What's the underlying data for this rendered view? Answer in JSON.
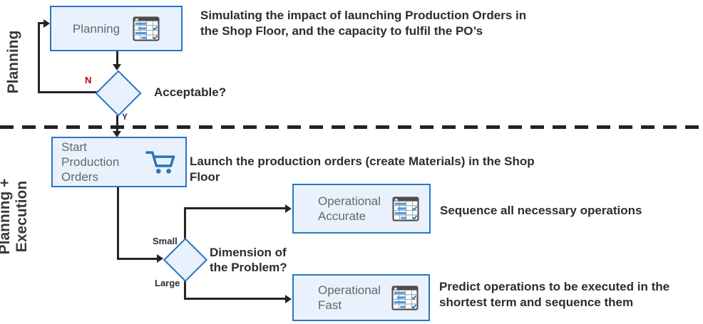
{
  "colors": {
    "box_fill": "#e9f2fc",
    "box_border": "#2776c6",
    "line": "#222426",
    "caption": "#2b2d30",
    "box_label": "#64686c",
    "no_label": "#c00000",
    "yes_label": "#1e3a6e",
    "accent_blue": "#2e75b6",
    "bg": "#ffffff"
  },
  "lanes": {
    "top": "Planning",
    "bottom": "Planning + Execution"
  },
  "nodes": {
    "planning": {
      "label": "Planning",
      "icon": "gantt-table-icon"
    },
    "acceptable": {
      "question": "Acceptable?",
      "no": "N",
      "yes": "Y"
    },
    "start_orders": {
      "label": "Start Production Orders",
      "icon": "shopping-cart-icon"
    },
    "dimension": {
      "question": "Dimension of the Problem?",
      "small": "Small",
      "large": "Large"
    },
    "op_accurate": {
      "label": "Operational Accurate",
      "icon": "gantt-table-icon"
    },
    "op_fast": {
      "label": "Operational Fast",
      "icon": "gantt-table-icon"
    }
  },
  "captions": {
    "planning": "Simulating the impact of launching Production Orders in the Shop Floor, and the capacity to fulfil the PO’s",
    "start_orders": "Launch the production orders (create Materials) in the Shop Floor",
    "op_accurate": "Sequence all necessary operations",
    "op_fast": "Predict operations to be executed in the shortest term and sequence them"
  }
}
